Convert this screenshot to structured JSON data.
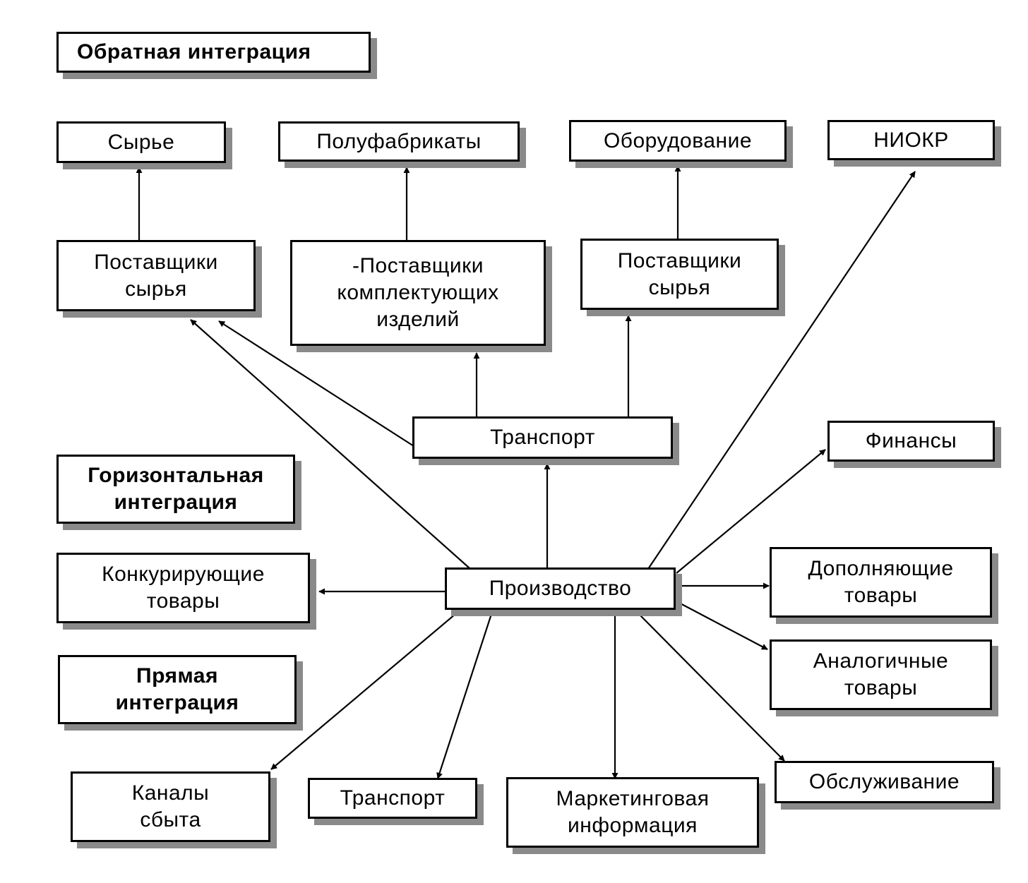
{
  "headings": {
    "backward": "Обратная  интеграция",
    "horizontal": "Горизонтальная\nинтеграция",
    "forward": "Прямая\nинтеграция"
  },
  "nodes": {
    "raw_materials": "Сырье",
    "semi_finished": "Полуфабрикаты",
    "equipment": "Оборудование",
    "rnd": "НИОКР",
    "raw_suppliers_left": "Поставщики\nсырья",
    "component_suppliers": "-Поставщики\nкомплектующих\nизделий",
    "raw_suppliers_right": "Поставщики\nсырья",
    "transport_upper": "Транспорт",
    "finance": "Финансы",
    "competing_goods": "Конкурирующие\nтовары",
    "production": "Производство",
    "complementary_goods": "Дополняющие\nтовары",
    "similar_goods": "Аналогичные\nтовары",
    "sales_channels": "Каналы\nсбыта",
    "transport_lower": "Транспорт",
    "marketing_info": "Маркетинговая\nинформация",
    "service": "Обслуживание"
  }
}
